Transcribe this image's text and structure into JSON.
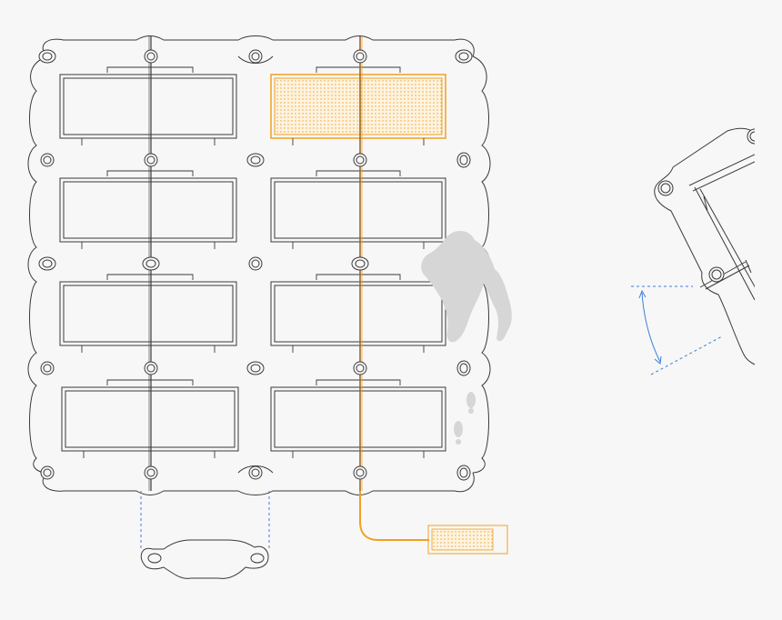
{
  "diagram": {
    "colors": {
      "background": "#f7f7f7",
      "outline": "#3a3a3a",
      "highlight": "#f0a020",
      "highlight_fill": "#fbe4b8",
      "rod_dark": "#9a6a2a",
      "dimension": "#3b7fd8",
      "figure": "#d6d6d6"
    },
    "grid": {
      "rows": 4,
      "columns": 2,
      "highlighted_cell": "row1-col2"
    },
    "parts": [
      "panel-grid",
      "highlighted-panel",
      "connector-bar",
      "detail-callout",
      "side-view-tilted",
      "angle-indicator",
      "scale-figure-person",
      "footprints"
    ]
  }
}
